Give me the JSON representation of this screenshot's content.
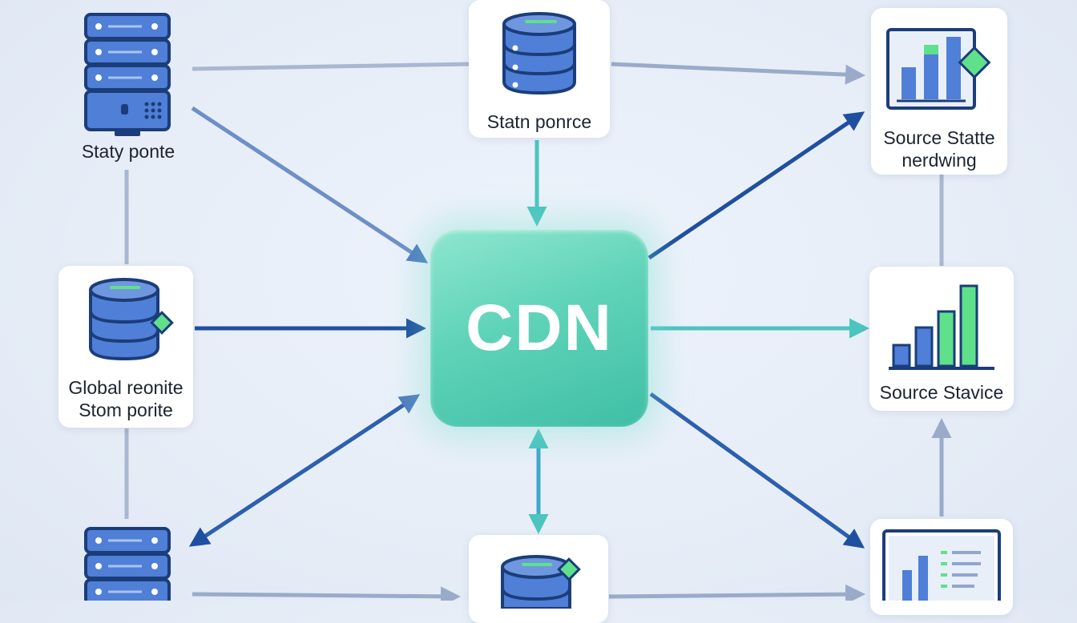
{
  "center": {
    "label": "CDN"
  },
  "nodes": {
    "top_left": {
      "label": "Staty ponte",
      "icon": "server-rack-icon"
    },
    "top_center": {
      "label": "Statn ponrce",
      "icon": "database-icon"
    },
    "top_right": {
      "label_line1": "Source Statte",
      "label_line2": "nerdwing",
      "icon": "bar-chart-monitor-icon"
    },
    "middle_left": {
      "label_line1": "Global reonite",
      "label_line2": "Stom porite",
      "icon": "database-icon"
    },
    "middle_right": {
      "label": "Source Stavice",
      "icon": "bar-chart-icon"
    },
    "bottom_left": {
      "icon": "server-rack-icon"
    },
    "bottom_center": {
      "icon": "database-icon"
    },
    "bottom_right": {
      "icon": "monitor-report-icon"
    }
  },
  "colors": {
    "navy": "#1f4fa0",
    "blue": "#5a86c8",
    "gray_blue": "#9aabca",
    "teal": "#4cc4c0",
    "cdn_green": "#5fd3b8",
    "icon_blue": "#4f7fd6",
    "icon_dark": "#1b3d7a",
    "accent_green": "#5fe08a"
  }
}
